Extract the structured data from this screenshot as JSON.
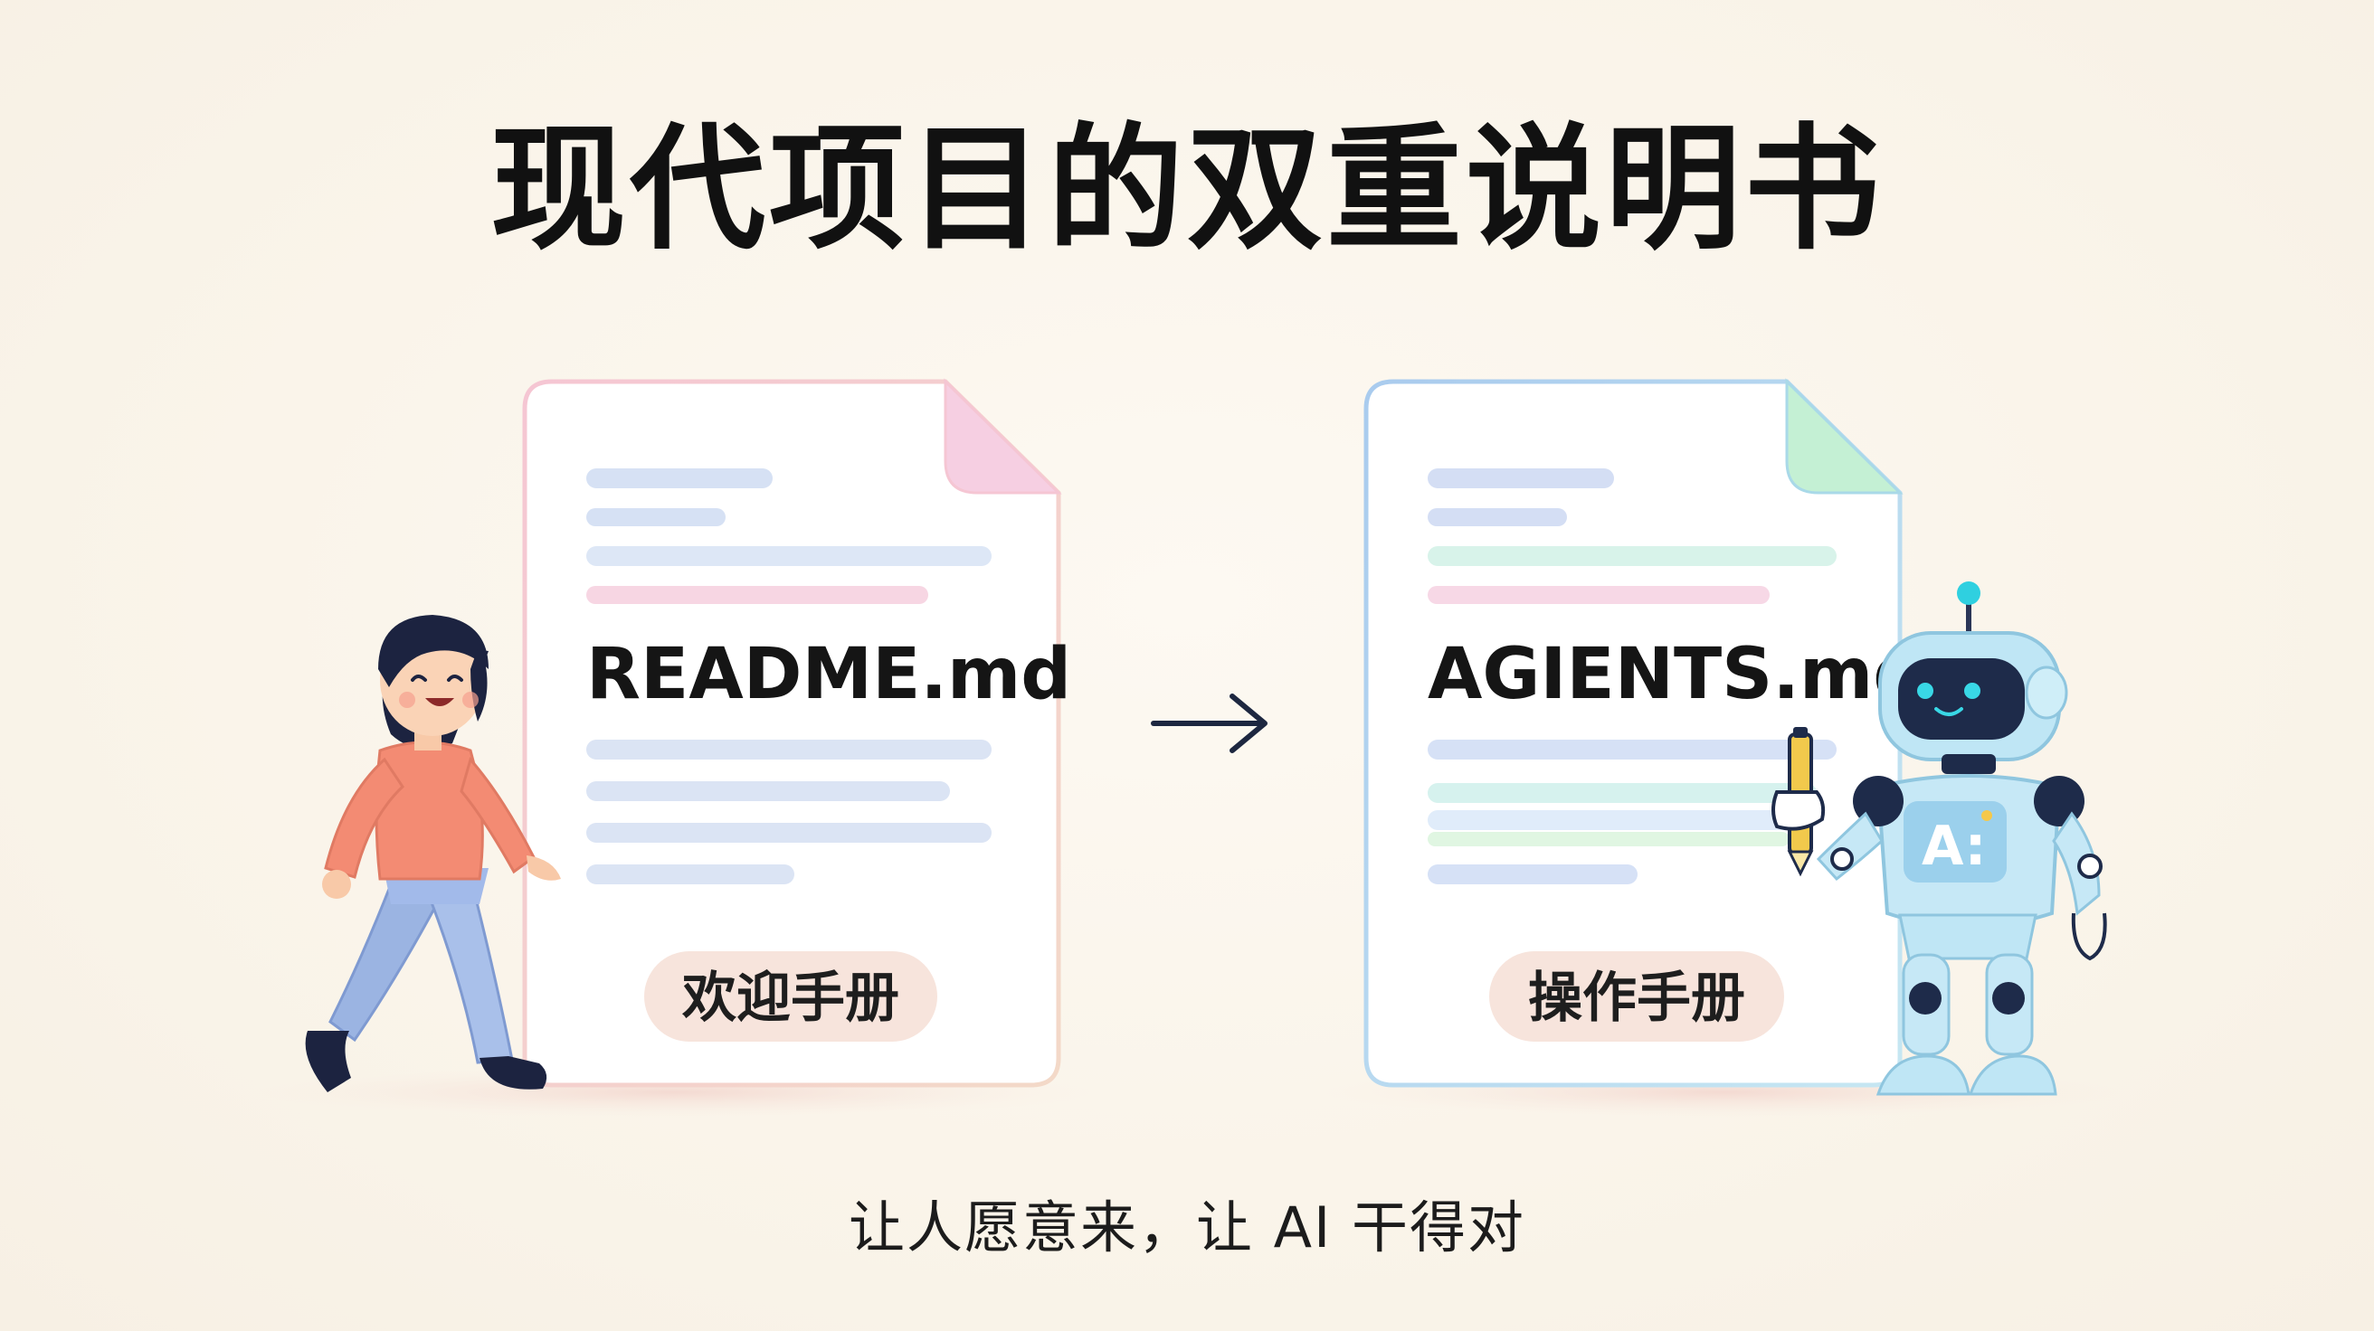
{
  "title": "现代项目的双重说明书",
  "subtitle": "让人愿意来，让 AI 干得对",
  "left_doc": {
    "filename": "README.md",
    "badge": "欢迎手册",
    "accent_color": "#f7c9dc"
  },
  "right_doc": {
    "filename": "AGIENTS.md",
    "badge": "操作手册",
    "accent_color": "#c4f0d4"
  },
  "robot_chest_label": "A:",
  "icons": {
    "person": "person-walking-icon",
    "arrow": "arrow-right-icon",
    "robot": "robot-icon",
    "pen": "pen-icon"
  }
}
